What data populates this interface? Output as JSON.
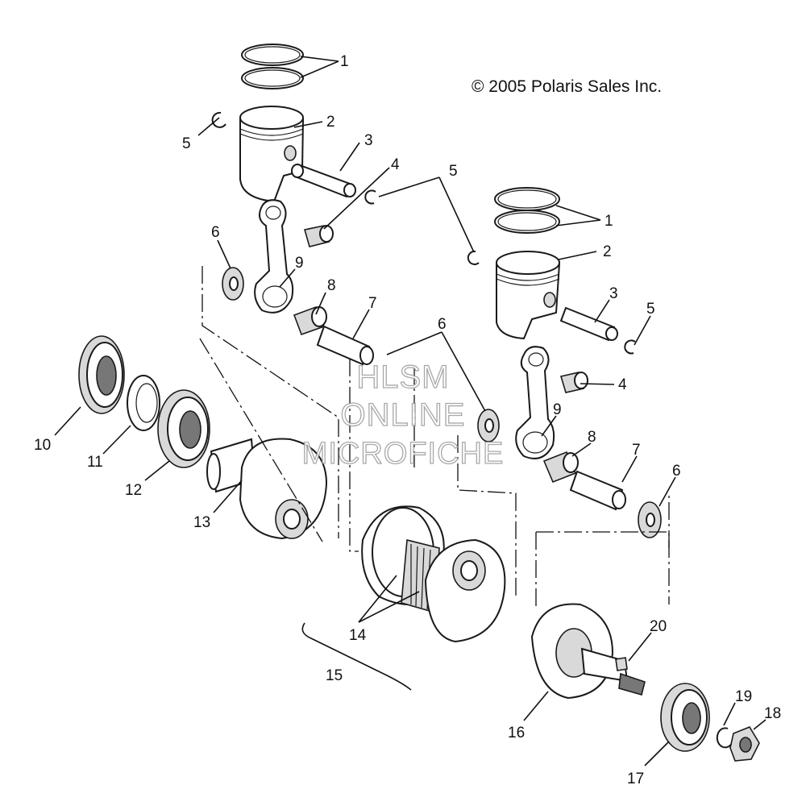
{
  "copyright": "© 2005 Polaris Sales Inc.",
  "watermark": [
    "HLSM",
    "ONLINE",
    "MICROFICHE"
  ],
  "callouts": {
    "c1a": "1",
    "c1b": "1",
    "c2a": "2",
    "c2b": "2",
    "c3a": "3",
    "c3b": "3",
    "c4a": "4",
    "c4b": "4",
    "c5a": "5",
    "c5b": "5",
    "c5c": "5",
    "c6a": "6",
    "c6b": "6",
    "c6c": "6",
    "c7a": "7",
    "c7b": "7",
    "c8a": "8",
    "c8b": "8",
    "c9a": "9",
    "c9b": "9",
    "c10": "10",
    "c11": "11",
    "c12": "12",
    "c13": "13",
    "c14": "14",
    "c15": "15",
    "c16": "16",
    "c17": "17",
    "c18": "18",
    "c19": "19",
    "c20": "20"
  }
}
